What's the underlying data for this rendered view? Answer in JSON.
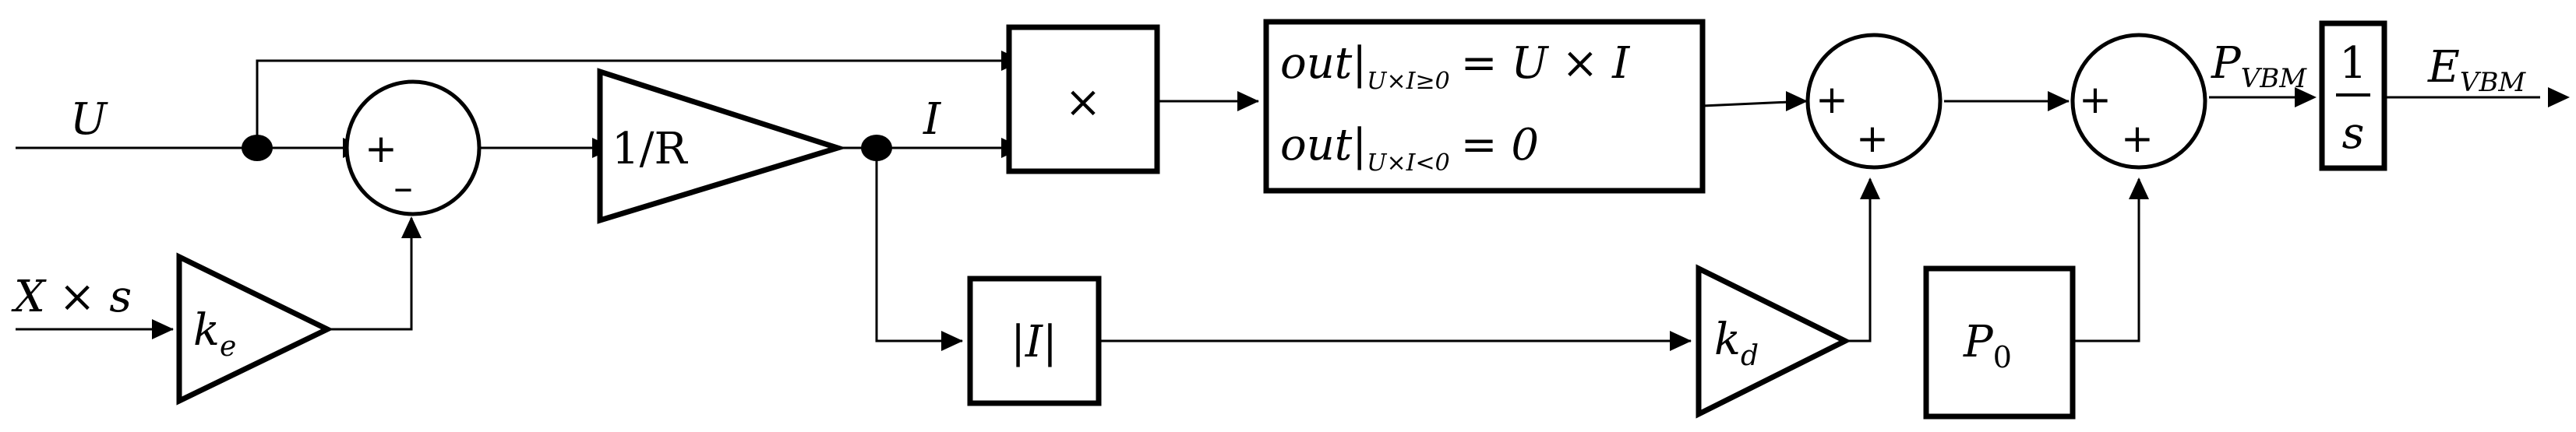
{
  "signals": {
    "u": "U",
    "x_times_s": "X × s",
    "i": "I",
    "p_vbm": {
      "base": "P",
      "sub": "VBM"
    },
    "e_vbm": {
      "base": "E",
      "sub": "VBM"
    }
  },
  "blocks": {
    "inv_r_gain": "1/R",
    "ke_gain": {
      "base": "k",
      "sub": "e"
    },
    "kd_gain": {
      "base": "k",
      "sub": "d"
    },
    "multiplier": "×",
    "abs_block": "|I|",
    "p0_block": {
      "base": "P",
      "sub": "0"
    },
    "integrator": {
      "num": "1",
      "den": "s"
    },
    "logic": {
      "line1": {
        "lhs": "out",
        "cond": "U×I≥0",
        "rhs": "= U × I"
      },
      "line2": {
        "lhs": "out",
        "cond": "U×I<0",
        "rhs": "= 0"
      }
    }
  },
  "summing_junctions": {
    "s1": {
      "left": "+",
      "bottom": "–"
    },
    "s2": {
      "left": "+",
      "bottom": "+"
    },
    "s3": {
      "left": "+",
      "bottom": "+"
    }
  }
}
